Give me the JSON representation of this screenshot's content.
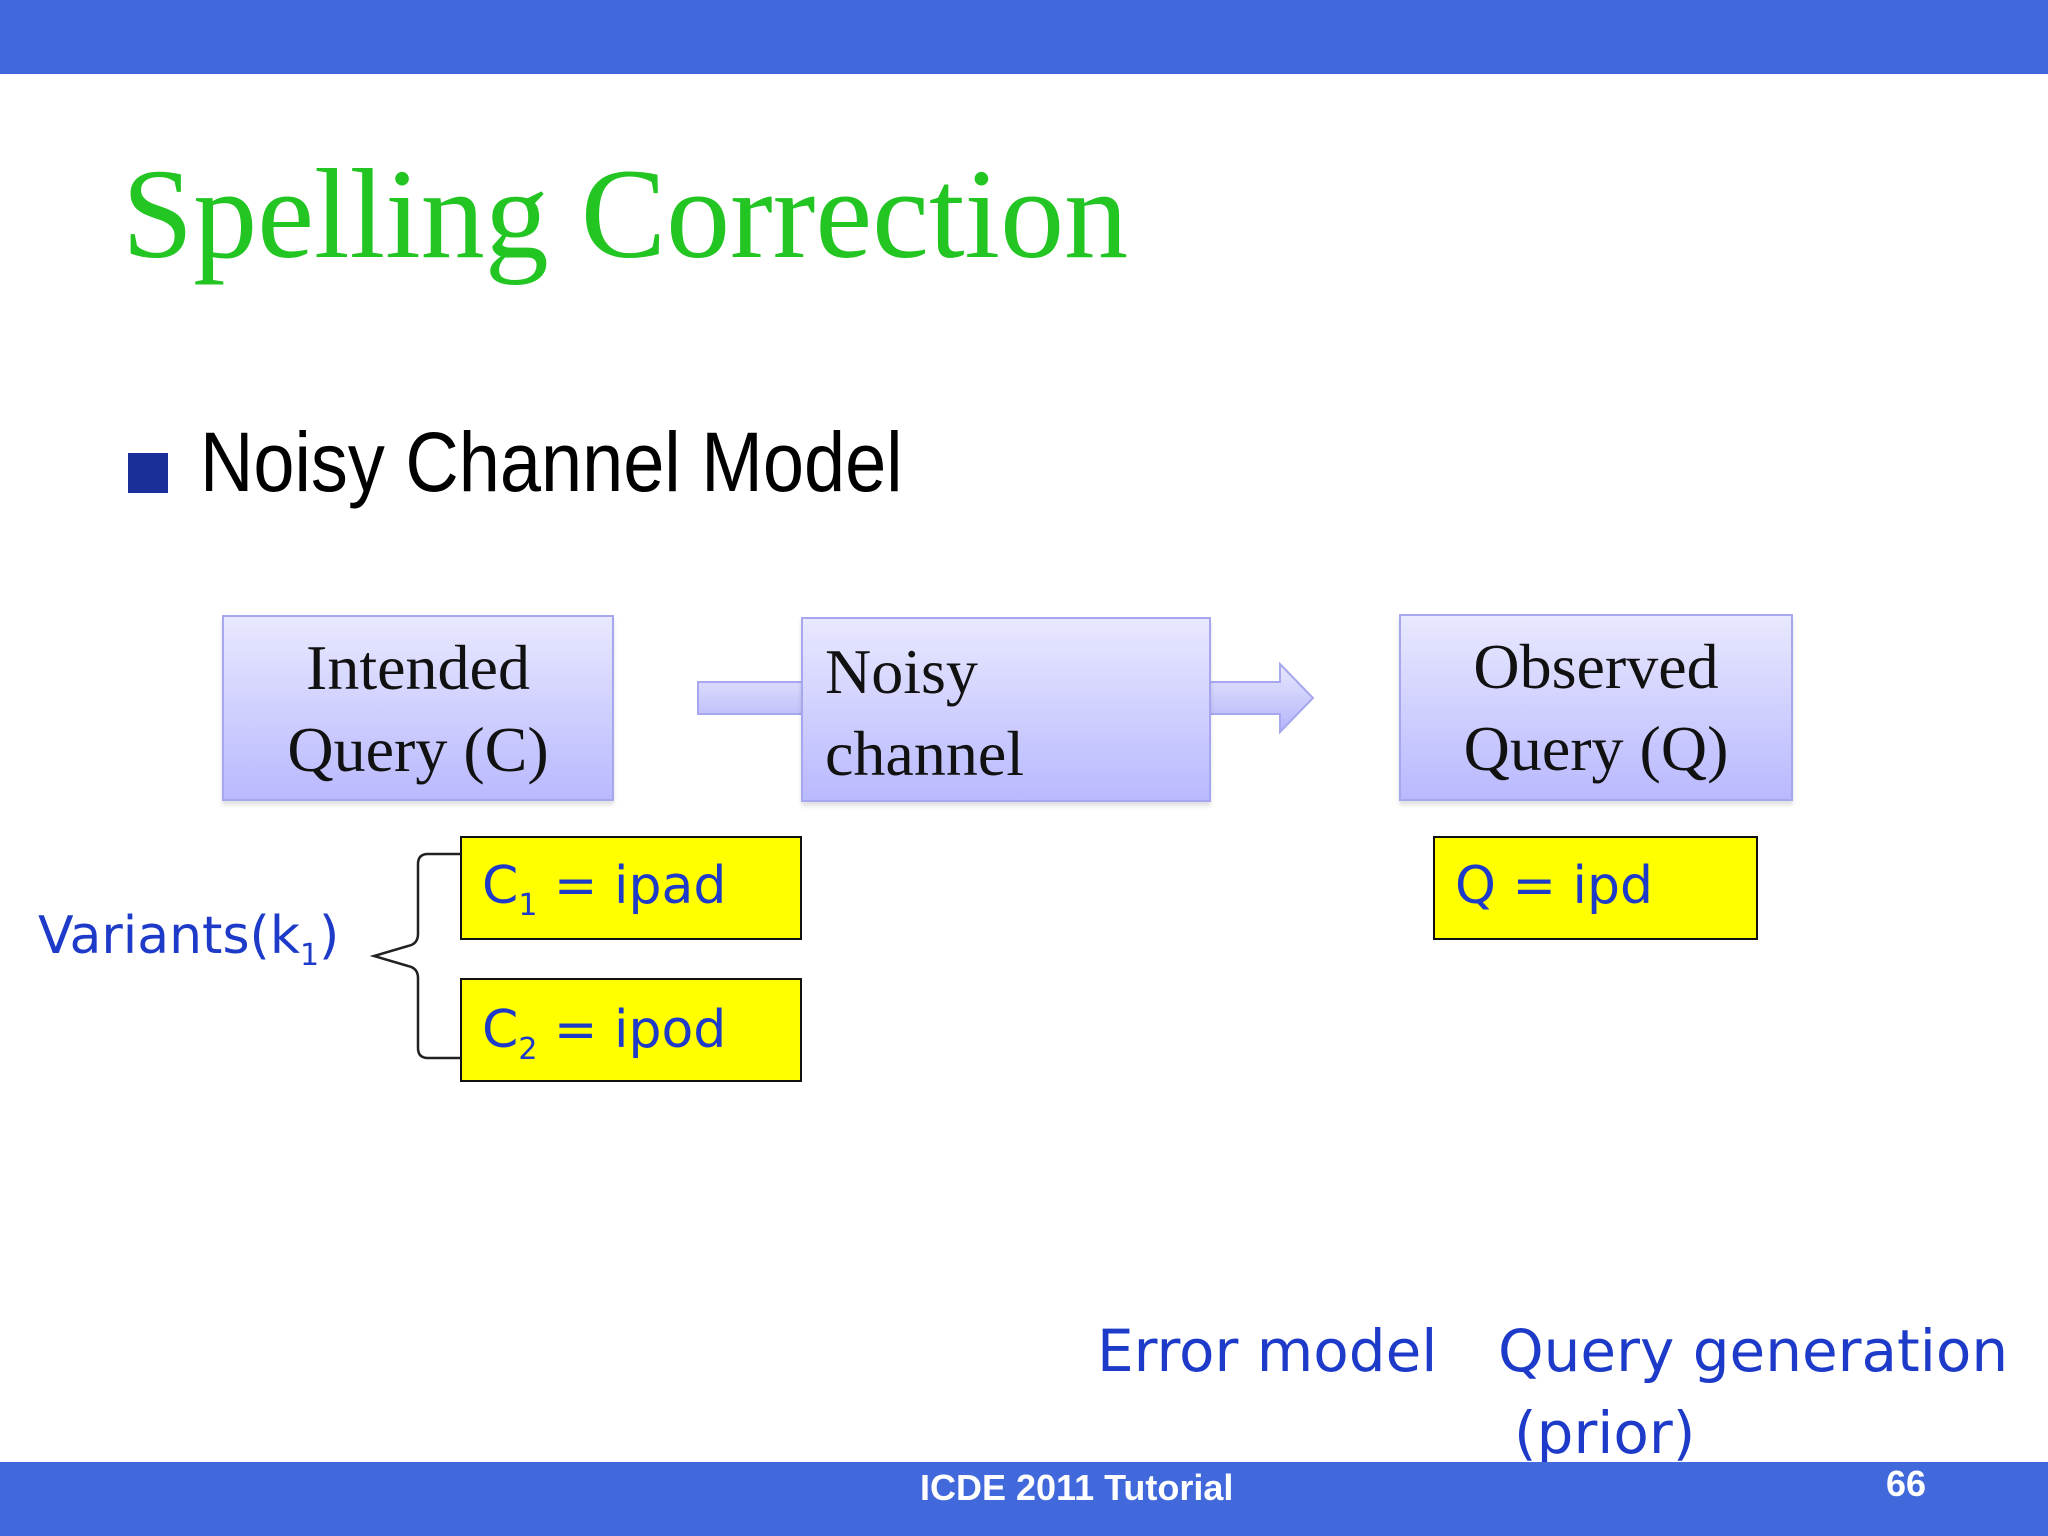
{
  "slide": {
    "title": "Spelling Correction",
    "bullet": "Noisy Channel Model",
    "footer": "ICDE 2011 Tutorial",
    "page_number": "66"
  },
  "diagram": {
    "boxes": {
      "intended": {
        "line1": "Intended",
        "line2": "Query (C)"
      },
      "noisy": {
        "line1": "Noisy",
        "line2": "channel"
      },
      "observed": {
        "line1": "Observed",
        "line2": "Query (Q)"
      }
    },
    "variants": {
      "label_prefix": "Variants(k",
      "label_sub": "1",
      "label_suffix": ")",
      "c1": {
        "prefix": "C",
        "sub": "1",
        "rest": " = ipad"
      },
      "c2": {
        "prefix": "C",
        "sub": "2",
        "rest": " = ipod"
      }
    },
    "observed_value": "Q = ipd",
    "error_model_label": "Error model",
    "query_generation_label_line1": "Query generation",
    "query_generation_label_line2": "(prior)"
  },
  "colors": {
    "header_bar": "#4169dc",
    "title": "#22c522",
    "box_fill": "#c8c8ff",
    "highlight": "#ffff00",
    "blue_text": "#1d3bc8"
  }
}
